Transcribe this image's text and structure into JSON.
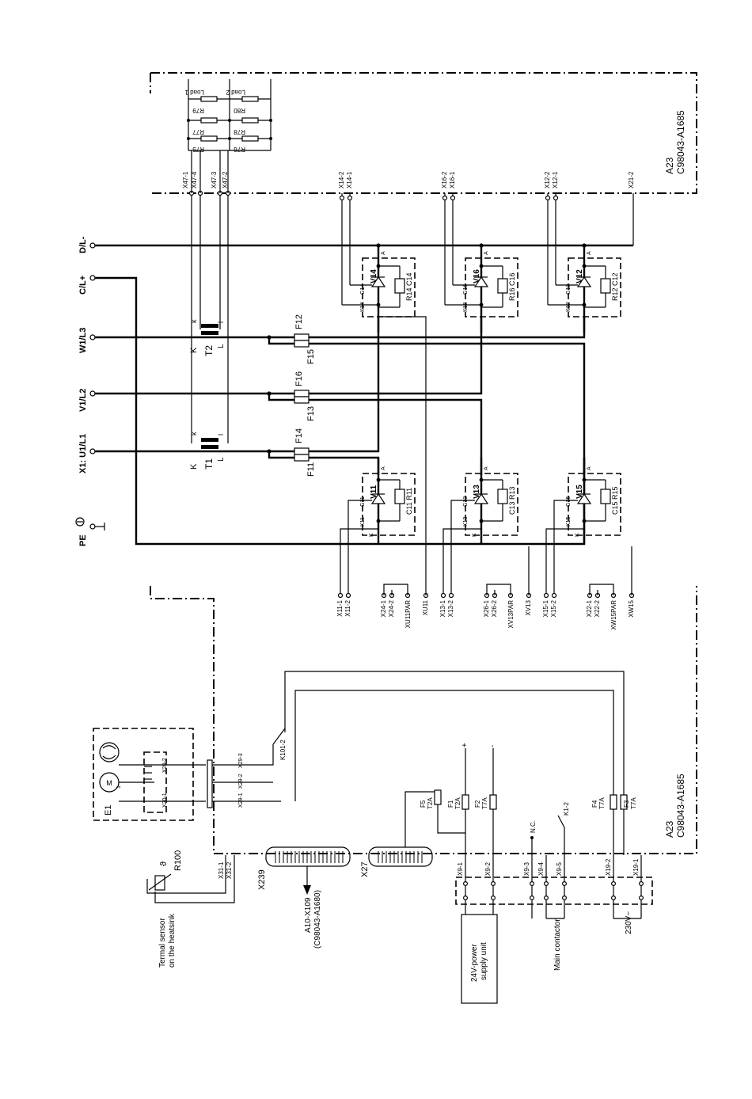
{
  "terminals": {
    "pe": "PE",
    "u1": "X1: U1/L1",
    "v1": "V1/L2",
    "w1": "W1/L3",
    "c": "C/L+",
    "d": "D/L-"
  },
  "module_label_top": "A23",
  "module_code_top": "C98043-A1685",
  "module_label_bottom": "A23",
  "module_code_bottom": "C98043-A1685",
  "connectors_top": [
    "X47-1",
    "X47-4",
    "X47-3",
    "X47-2",
    "X14-2",
    "X14-1",
    "X16-2",
    "X16-1",
    "X12-2",
    "X12-1",
    "X21-2"
  ],
  "resistors": [
    "R79",
    "R77",
    "R75",
    "R80",
    "R78",
    "R76"
  ],
  "loads": [
    "Load 1",
    "Load 2"
  ],
  "transformers": {
    "t1": "T1",
    "t2": "T2",
    "k_upper": "K",
    "l_lower": "L",
    "k_small": "k",
    "l_small": "l"
  },
  "fuses": [
    "F11",
    "F14",
    "F13",
    "F16",
    "F15",
    "F12",
    "F1",
    "F2",
    "F3",
    "F4",
    "F5"
  ],
  "fuse_ratings": {
    "f5": "T2A",
    "f1": "T2A",
    "f2": "T7A",
    "f4": "T7A",
    "f3": "T7A"
  },
  "thyristors_top": [
    {
      "v": "V14",
      "g": "G14",
      "k": "K14",
      "rc": "R14 C14",
      "a": "A"
    },
    {
      "v": "V16",
      "g": "G16",
      "k": "K16",
      "rc": "R16 C16",
      "a": "A"
    },
    {
      "v": "V12",
      "g": "G12",
      "k": "K12",
      "rc": "R12 C12",
      "a": "A"
    }
  ],
  "thyristors_bottom": [
    {
      "v": "V11",
      "g": "G11",
      "k": "K11",
      "rc": "C11 R11",
      "a": "A",
      "kk": "K"
    },
    {
      "v": "V13",
      "g": "G13",
      "k": "K13",
      "rc": "C13 R13",
      "a": "A",
      "kk": "K"
    },
    {
      "v": "V15",
      "g": "G15",
      "k": "K15",
      "rc": "C15 R15",
      "a": "A",
      "kk": "K"
    }
  ],
  "connectors_mid": [
    "X11-1",
    "X11-2",
    "X24-1",
    "X24-2",
    "XU11PAR",
    "XU11",
    "X13-1",
    "X13-2",
    "X26-1",
    "X26-2",
    "XV13PAR",
    "XV13",
    "X15-1",
    "X15-2",
    "X22-1",
    "X22-2",
    "XW15PAR",
    "XW15"
  ],
  "fan": {
    "name": "E1",
    "motor": "M",
    "phase": "1~",
    "x20_1": "X20-1",
    "x20_2": "X20-2",
    "x29_1": "X29-1",
    "x29_2": "X29-2",
    "x29_3": "X29-3"
  },
  "relay_contact": "K101-2",
  "sensor": {
    "name": "R100",
    "symbol": "ϑ",
    "caption_1": "Termal sensor",
    "caption_2": "on the heatsink",
    "x31_1": "X31-1",
    "x31_2": "X31-2"
  },
  "ribbon": {
    "x239": "X239",
    "x27": "X27",
    "target_1": "A10-X109",
    "target_2": "(C98043-A1680)"
  },
  "x9": [
    "X9-1",
    "X9-2",
    "X9-3",
    "X9-4",
    "X9-5"
  ],
  "x19": [
    "X19-2",
    "X19-1"
  ],
  "plus": "+",
  "minus": "-",
  "nc": "N.C.",
  "k1": "K1-2",
  "psu_1": "24V-power",
  "psu_2": "supply unit",
  "main_contactor": "Main contactor",
  "mains": "230V~"
}
